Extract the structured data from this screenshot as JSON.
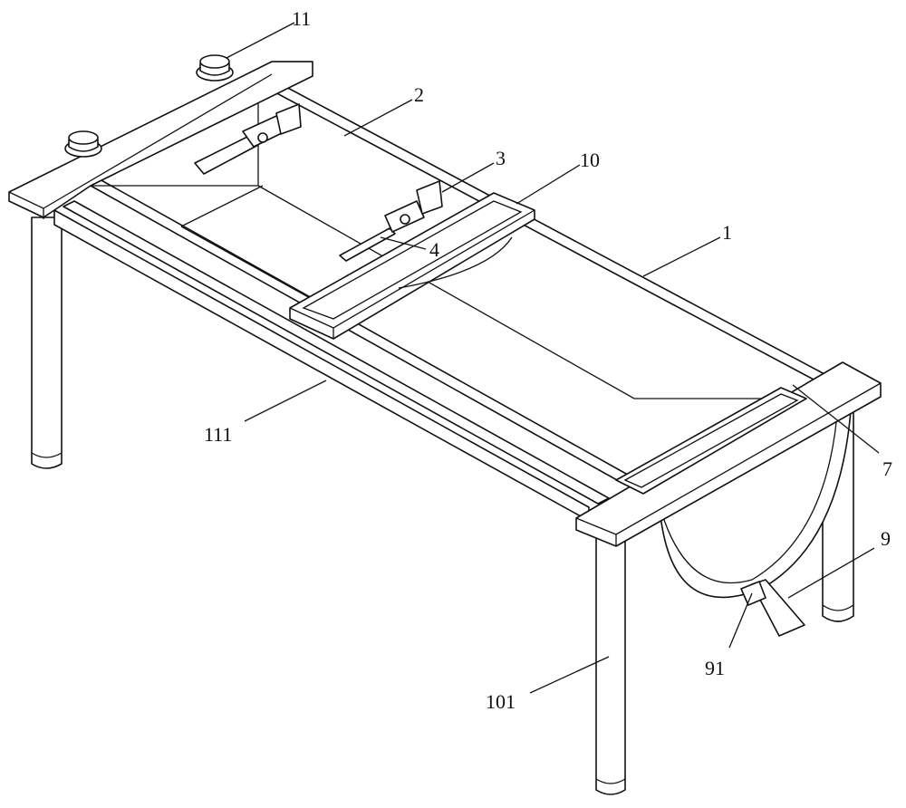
{
  "figure": {
    "labels": {
      "l11": "11",
      "l2": "2",
      "l3": "3",
      "l10": "10",
      "l4": "4",
      "l1": "1",
      "l111": "111",
      "l7": "7",
      "l9": "9",
      "l91": "91",
      "l101": "101"
    }
  }
}
